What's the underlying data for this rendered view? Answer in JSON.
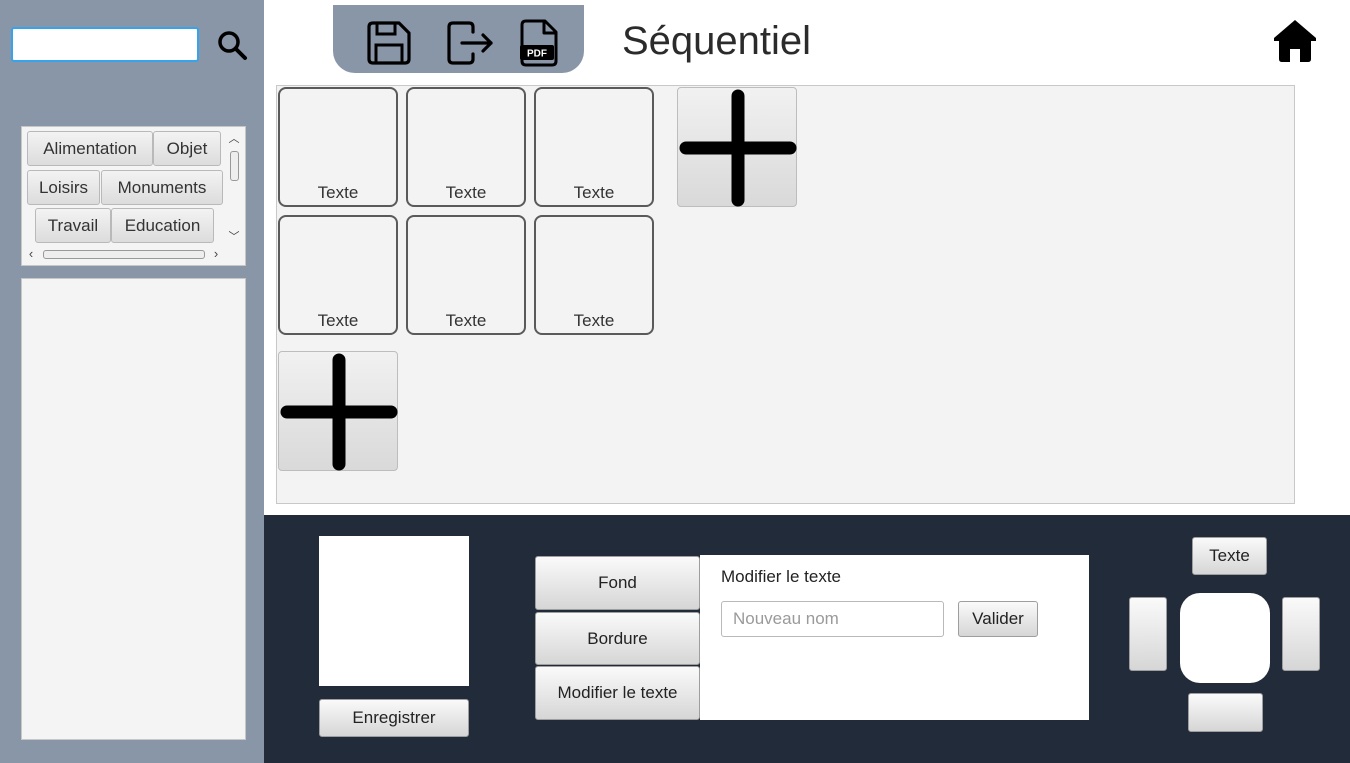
{
  "search": {
    "value": "",
    "placeholder": ""
  },
  "categories": [
    "Alimentation",
    "Objet",
    "Loisirs",
    "Monuments",
    "Travail",
    "Education"
  ],
  "toolbar": {
    "icons": [
      "save-icon",
      "export-icon",
      "pdf-icon"
    ],
    "pdf_label": "PDF"
  },
  "page": {
    "title": "Séquentiel",
    "home_icon": "home-icon"
  },
  "board": {
    "cards": [
      {
        "label": "Texte"
      },
      {
        "label": "Texte"
      },
      {
        "label": "Texte"
      },
      {
        "label": "Texte"
      },
      {
        "label": "Texte"
      },
      {
        "label": "Texte"
      }
    ],
    "add_icon": "plus-icon"
  },
  "editor": {
    "save_label": "Enregistrer",
    "options": {
      "background": "Fond",
      "border": "Bordure",
      "edit_text": "Modifier le texte"
    },
    "panel": {
      "title": "Modifier le texte",
      "input_value": "",
      "input_placeholder": "Nouveau nom",
      "validate_label": "Valider"
    },
    "position": {
      "top_label": "Texte"
    }
  },
  "colors": {
    "sidebar": "#8896a7",
    "editor_background": "#212b39",
    "search_focus": "#35a4ea",
    "board_background": "#f3f3f3"
  }
}
